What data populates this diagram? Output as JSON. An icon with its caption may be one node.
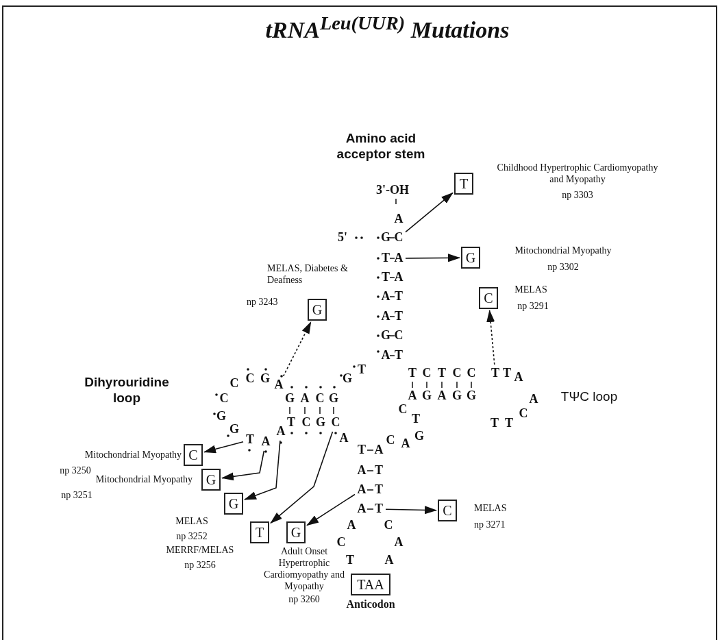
{
  "diagram": {
    "title": "tRNA$^{Leu(UUR)}$ Mutations",
    "nodes": [
      {
        "text": [
          "T"
        ],
        "beside": [
          "Childhood Hypertrophic Cardiomyopathy and Myopathy",
          "np 3303"
        ]
      },
      {
        "text": [
          "G"
        ],
        "beside": [
          "Mitochondrial Myopathy",
          "np 3302"
        ]
      },
      {
        "text": [
          "C"
        ],
        "beside": [
          "MELAS",
          "np 3291"
        ]
      },
      {
        "text": [
          "G"
        ],
        "beside": [
          "MELAS, Diabetes & Deafness",
          "np 3243"
        ]
      },
      {
        "text": [
          "C"
        ],
        "beside": [
          "Mitochondrial Myopathy",
          "np 3250"
        ]
      },
      {
        "text": [
          "G"
        ],
        "beside": [
          "Mitochondrial Myopathy",
          "np 3251"
        ]
      },
      {
        "text": [
          "G"
        ],
        "beside": [
          "MELAS",
          "np 3252"
        ]
      },
      {
        "text": [
          "T"
        ],
        "beside": [
          "MERRF/MELAS",
          "np 3256"
        ]
      },
      {
        "text": [
          "G"
        ],
        "beside": [
          "Adult Onset Hypertrophic Cardiomyopathy and Myopathy",
          "np 3260"
        ]
      },
      {
        "text": [
          "C"
        ],
        "beside": [
          "MELAS",
          "np 3271"
        ]
      },
      {
        "text": [
          "TAA"
        ],
        "beside": [
          "Anticodon"
        ]
      },
      {
        "text": [
          "C"
        ]
      },
      {
        "text": [
          "A"
        ]
      },
      {
        "text": [
          "T"
        ]
      },
      {
        "text": [
          "A"
        ]
      },
      {
        "text": [
          "T"
        ]
      },
      {
        "text": [
          "A"
        ]
      },
      {
        "text": [
          "A"
        ]
      },
      {
        "text": [
          "C"
        ]
      },
      {
        "text": [
          "A"
        ]
      },
      {
        "text": [
          "T"
        ]
      }
    ],
    "edges": [
      {
        "from": 11,
        "to": 0,
        "arrow": "to"
      },
      {
        "from": 12,
        "to": 1,
        "arrow": "to"
      },
      {
        "from": 13,
        "to": 2,
        "arrow": "to",
        "style": "dashed"
      },
      {
        "from": 14,
        "to": 3,
        "arrow": "to",
        "style": "dashed"
      },
      {
        "from": 15,
        "to": 4,
        "arrow": "to"
      },
      {
        "from": 16,
        "to": 5,
        "arrow": "to"
      },
      {
        "from": 17,
        "to": 6,
        "arrow": "to"
      },
      {
        "from": 18,
        "to": 7,
        "arrow": "to"
      },
      {
        "from": 19,
        "to": 8,
        "arrow": "to"
      },
      {
        "from": 20,
        "to": 9,
        "arrow": "to"
      }
    ],
    "labels": [
      "Amino acid acceptor stem",
      "3'-OH",
      "A",
      "5'",
      "G",
      "T",
      "T",
      "A",
      "A",
      "G",
      "A",
      "A",
      "T",
      "T",
      "C",
      "T",
      "TΨC loop",
      "Dihyrouridine loop",
      "T",
      "G",
      "C",
      "C",
      "G",
      "C",
      "G",
      "G",
      "G",
      "A",
      "C",
      "G",
      "T",
      "C",
      "G",
      "A",
      "T",
      "C",
      "T",
      "C",
      "C",
      "A",
      "G",
      "A",
      "G",
      "G",
      "T",
      "A",
      "A",
      "C",
      "T",
      "T",
      "C",
      "T",
      "C",
      "A",
      "G",
      "T",
      "A",
      "A",
      "A",
      "T",
      "T",
      "A",
      "C",
      "T",
      "C",
      "A",
      "A"
    ]
  }
}
